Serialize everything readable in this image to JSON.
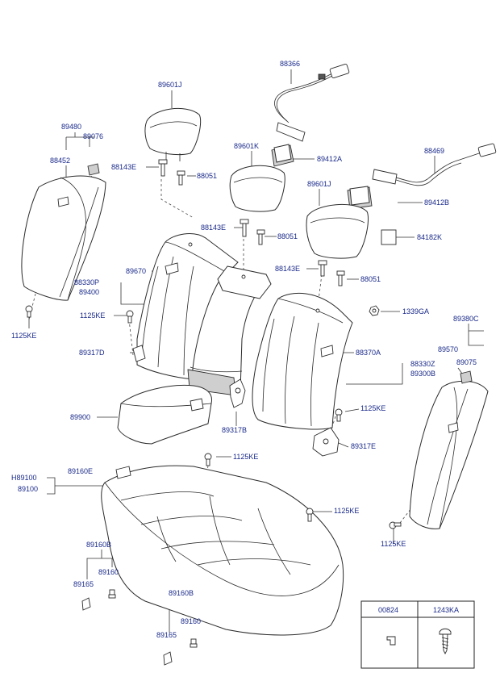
{
  "diagram": {
    "colors": {
      "label": "#1a2a8a",
      "line": "#2b2b2b"
    },
    "labels": [
      {
        "id": "l1",
        "text": "88366"
      },
      {
        "id": "l2",
        "text": "89601J"
      },
      {
        "id": "l3",
        "text": "89480"
      },
      {
        "id": "l4",
        "text": "89076"
      },
      {
        "id": "l5",
        "text": "88452"
      },
      {
        "id": "l6",
        "text": "88143E"
      },
      {
        "id": "l7",
        "text": "88051"
      },
      {
        "id": "l8",
        "text": "89601K"
      },
      {
        "id": "l9",
        "text": "89412A"
      },
      {
        "id": "l10",
        "text": "88469"
      },
      {
        "id": "l11",
        "text": "89412B"
      },
      {
        "id": "l12",
        "text": "89601J"
      },
      {
        "id": "l13",
        "text": "88143E"
      },
      {
        "id": "l14",
        "text": "88051"
      },
      {
        "id": "l15",
        "text": "84182K"
      },
      {
        "id": "l16",
        "text": "88330P"
      },
      {
        "id": "l17",
        "text": "89400"
      },
      {
        "id": "l18",
        "text": "89670"
      },
      {
        "id": "l19",
        "text": "88143E"
      },
      {
        "id": "l20",
        "text": "88051"
      },
      {
        "id": "l21",
        "text": "1125KE"
      },
      {
        "id": "l22",
        "text": "1125KE"
      },
      {
        "id": "l23",
        "text": "1339GA"
      },
      {
        "id": "l24",
        "text": "89380C"
      },
      {
        "id": "l25",
        "text": "89317D"
      },
      {
        "id": "l26",
        "text": "88370A"
      },
      {
        "id": "l27",
        "text": "89570"
      },
      {
        "id": "l28",
        "text": "88330Z"
      },
      {
        "id": "l29",
        "text": "89300B"
      },
      {
        "id": "l30",
        "text": "89075"
      },
      {
        "id": "l31",
        "text": "89900"
      },
      {
        "id": "l32",
        "text": "1125KE"
      },
      {
        "id": "l33",
        "text": "89317B"
      },
      {
        "id": "l34",
        "text": "89317E"
      },
      {
        "id": "l35",
        "text": "1125KE"
      },
      {
        "id": "l36",
        "text": "H89100"
      },
      {
        "id": "l37",
        "text": "89160E"
      },
      {
        "id": "l38",
        "text": "89100"
      },
      {
        "id": "l39",
        "text": "1125KE"
      },
      {
        "id": "l40",
        "text": "1125KE"
      },
      {
        "id": "l41",
        "text": "89160B"
      },
      {
        "id": "l42",
        "text": "89160"
      },
      {
        "id": "l43",
        "text": "89165"
      },
      {
        "id": "l44",
        "text": "89160B"
      },
      {
        "id": "l45",
        "text": "89160"
      },
      {
        "id": "l46",
        "text": "89165"
      }
    ],
    "table": {
      "headers": [
        "00824",
        "1243KA"
      ]
    }
  }
}
